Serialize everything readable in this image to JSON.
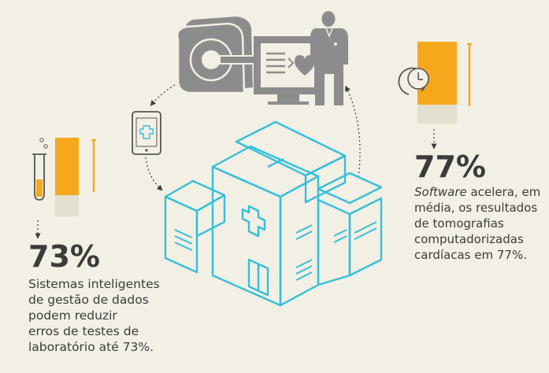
{
  "colors": {
    "background": "#f2efe4",
    "orange": "#f6a81c",
    "beige": "#e2e0cf",
    "gray": "#8c8c8c",
    "cyan": "#35bfd9",
    "text": "#3c3c3c"
  },
  "icons": [
    "mri-scanner-icon",
    "monitor-heart-icon",
    "doctor-icon",
    "tablet-medical-icon",
    "hospital-building-icon",
    "clock-icon",
    "test-tube-icon"
  ],
  "stats": {
    "left": {
      "percent": "73%",
      "description": "Sistemas inteligentes de gestão de dados podem reduzir erros de testes de laboratório até 73%.",
      "lines": [
        "Sistemas inteligentes",
        "de gestão de dados",
        "podem reduzir",
        "erros de testes de",
        "laboratório até 73%."
      ],
      "fill_fraction": 0.73
    },
    "right": {
      "percent": "77%",
      "desc_italic": "Software",
      "desc_rest_first": " acelera, em",
      "lines": [
        "média, os resultados",
        "de tomografias",
        "computadorizadas",
        "cardíacas em 77%."
      ],
      "fill_fraction": 0.77
    }
  }
}
